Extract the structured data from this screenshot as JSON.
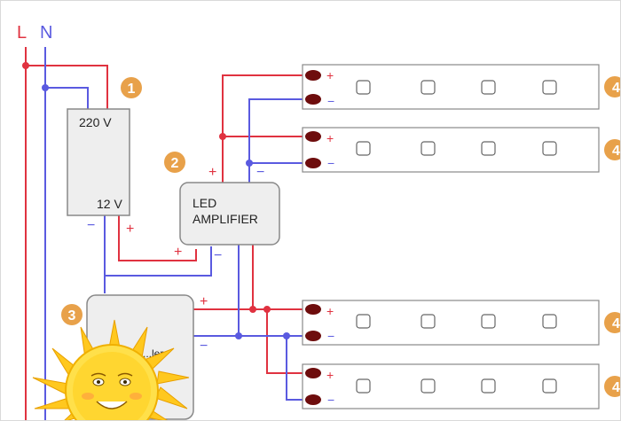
{
  "mains": {
    "live": "L",
    "neutral": "N"
  },
  "psu": {
    "input": "220 V",
    "output": "12 V"
  },
  "amplifier": {
    "line1": "LED",
    "line2": "AMPLIFIER"
  },
  "controller": {
    "label": "...ler"
  },
  "markers": [
    "1",
    "2",
    "3",
    "4"
  ],
  "polarity": {
    "plus": "+",
    "minus": "−"
  },
  "colors": {
    "live": "#e03240",
    "neutral": "#5a5ae0",
    "box_fill": "#eeeeee",
    "box_stroke": "#888888",
    "marker": "#e8a14a",
    "terminal": "#6e0d0d",
    "sun": "#ffcc22"
  }
}
